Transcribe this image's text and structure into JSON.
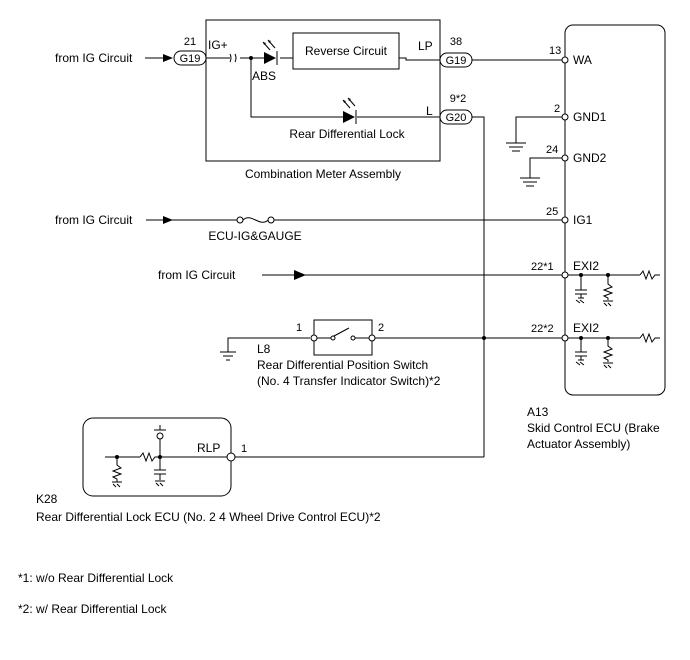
{
  "meter": {
    "title": "Combination Meter Assembly",
    "reverse_circuit": "Reverse Circuit",
    "abs_label": "ABS",
    "rear_diff_lamp": "Rear Differential Lock",
    "terminal_igplus": "IG+",
    "terminal_lp": "LP",
    "terminal_l": "L"
  },
  "connectors": {
    "g19_left": "G19",
    "g19_left_pin": "21",
    "g19_right": "G19",
    "g19_right_pin": "38",
    "g20": "G20",
    "g20_pin": "9*2"
  },
  "sources": {
    "ig_top": "from IG Circuit",
    "ig_fuse": "from IG Circuit",
    "ig_exi2": "from IG Circuit"
  },
  "fuse_label": "ECU-IG&GAUGE",
  "skid_ecu": {
    "code": "A13",
    "name_line1": "Skid Control ECU (Brake",
    "name_line2": "Actuator Assembly)",
    "pins": {
      "wa_num": "13",
      "wa": "WA",
      "gnd1_num": "2",
      "gnd1": "GND1",
      "gnd2_num": "24",
      "gnd2": "GND2",
      "ig1_num": "25",
      "ig1": "IG1",
      "exi2a_num": "22*1",
      "exi2a": "EXI2",
      "exi2b_num": "22*2",
      "exi2b": "EXI2"
    }
  },
  "switch": {
    "code": "L8",
    "name_line1": "Rear Differential Position Switch",
    "name_line2": "(No. 4 Transfer Indicator Switch)*2",
    "pin1": "1",
    "pin2": "2"
  },
  "rear_ecu": {
    "code": "K28",
    "name": "Rear Differential Lock ECU (No. 2 4 Wheel Drive Control ECU)*2",
    "terminal": "RLP",
    "pin": "1"
  },
  "notes": {
    "n1": "*1: w/o Rear Differential Lock",
    "n2": "*2: w/ Rear Differential Lock"
  }
}
